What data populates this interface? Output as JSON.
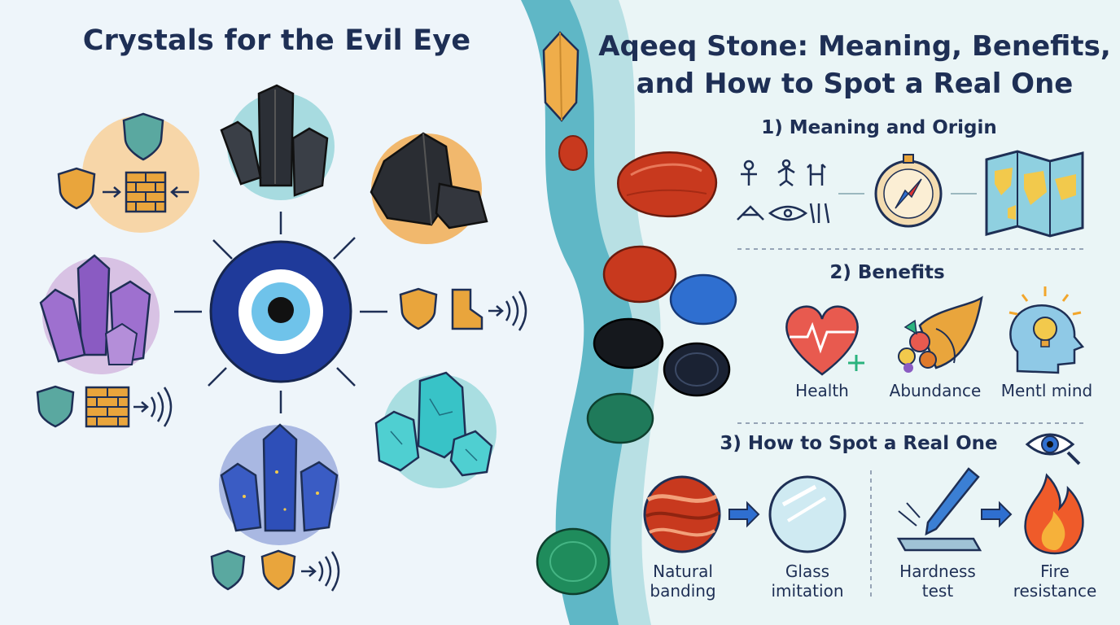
{
  "left_panel": {
    "title": "Crystals for the Evil Eye",
    "center_icon": "evil-eye-icon",
    "crystals": [
      "citrine-icon",
      "black-tourmaline-icon",
      "obsidian-icon",
      "amethyst-icon",
      "turquoise-icon",
      "lapis-lazuli-icon"
    ],
    "protection_icons": [
      "shield-icon",
      "brick-wall-icon",
      "sound-wave-icon",
      "deflect-arrow-icon"
    ]
  },
  "right_panel": {
    "title_line1": "Aqeeq Stone: Meaning, Benefits,",
    "title_line2": "and How to Spot a Real One",
    "sections": {
      "meaning": {
        "heading": "1) Meaning and Origin",
        "icons": [
          "ancient-symbols-icon",
          "compass-icon",
          "world-map-icon"
        ]
      },
      "benefits": {
        "heading": "2) Benefits",
        "items": [
          {
            "label": "Health",
            "icon": "heart-pulse-icon"
          },
          {
            "label": "Abundance",
            "icon": "cornucopia-icon"
          },
          {
            "label": "Mentl mind",
            "icon": "head-lightbulb-icon"
          }
        ]
      },
      "spot": {
        "heading": "3) How to Spot a Real One",
        "icon": "eye-magnifier-icon",
        "items": [
          {
            "line1": "Natural",
            "line2": "banding",
            "icon": "banded-stone-icon"
          },
          {
            "line1": "Glass",
            "line2": "imitation",
            "icon": "glass-sphere-icon"
          },
          {
            "line1": "Hardness",
            "line2": "test",
            "icon": "scratch-pen-icon"
          },
          {
            "line1": "Fire",
            "line2": "resistance",
            "icon": "flame-icon"
          }
        ]
      }
    }
  },
  "colors": {
    "title": "#1e2f55",
    "teal_wave": "#5fb7c6",
    "light_teal": "#b8e0e4",
    "evil_eye_blue": "#1f3a9a",
    "carnelian": "#c8391e"
  }
}
